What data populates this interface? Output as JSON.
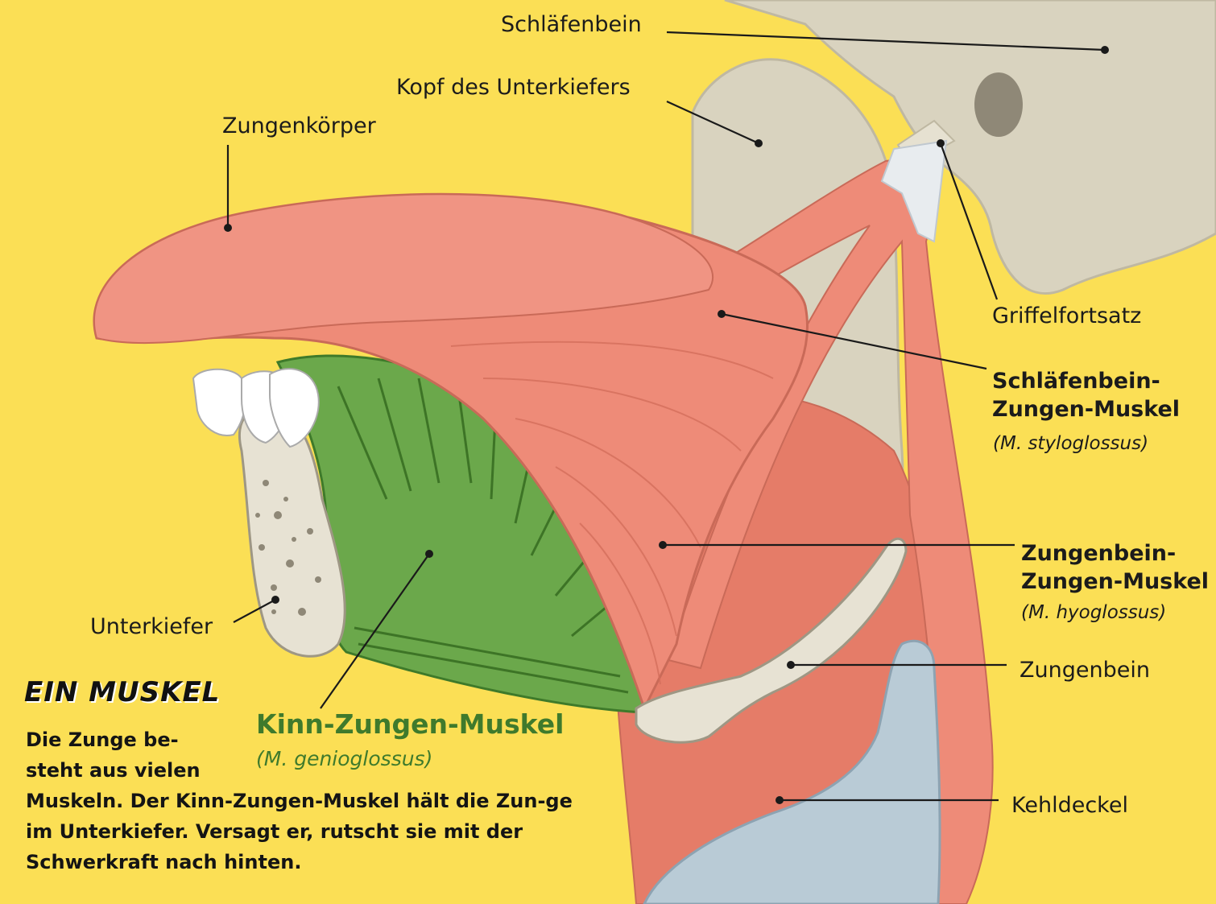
{
  "labels": {
    "schlaefenbein": "Schläfenbein",
    "kopf_unterkiefer": "Kopf des Unterkiefers",
    "zungenkoerper": "Zungenkörper",
    "griffelfortsatz": "Griffelfortsatz",
    "styloglossus_name": "Schläfenbein-\nZungen-Muskel",
    "styloglossus_sci": "(M. styloglossus)",
    "hyoglossus_name": "Zungenbein-\nZungen-Muskel",
    "hyoglossus_sci": "(M. hyoglossus)",
    "zungenbein": "Zungenbein",
    "kehldeckel": "Kehldeckel",
    "unterkiefer": "Unterkiefer",
    "genioglossus_name": "Kinn-Zungen-Muskel",
    "genioglossus_sci": "(M. genioglossus)"
  },
  "infobox": {
    "title": "EIN MUSKEL",
    "text_lead": "Die Zunge be-steht aus vielen",
    "text_rest": "Muskeln. Der Kinn-Zungen-Muskel hält die Zun-ge im Unterkiefer. Versagt er, rutscht sie mit der Schwerkraft nach hinten."
  },
  "colors": {
    "background": "#FBDF55",
    "bone": "#D9D3BF",
    "muscle": "#EE8B78",
    "genioglossus": "#6BA84B",
    "epiglottis": "#B9CBD6"
  }
}
